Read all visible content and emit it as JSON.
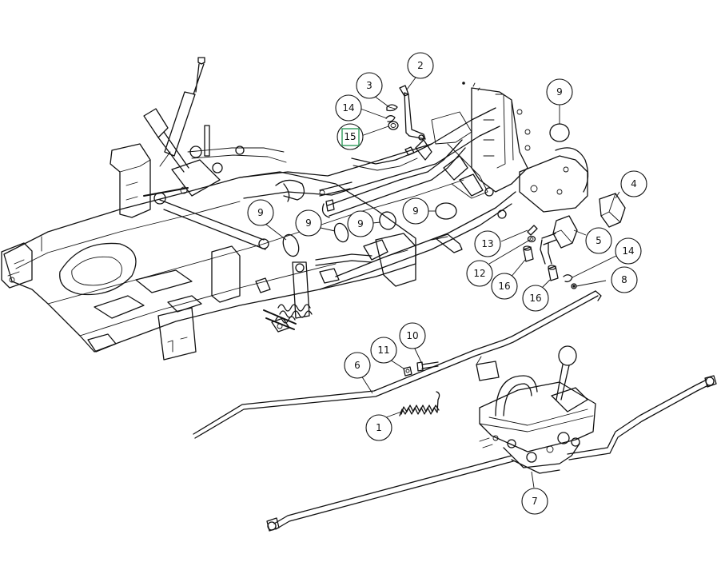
{
  "callouts": [
    {
      "id": "c1",
      "label": "1"
    },
    {
      "id": "c2",
      "label": "2"
    },
    {
      "id": "c3",
      "label": "3"
    },
    {
      "id": "c4",
      "label": "4"
    },
    {
      "id": "c5",
      "label": "5"
    },
    {
      "id": "c6",
      "label": "6"
    },
    {
      "id": "c7",
      "label": "7"
    },
    {
      "id": "c8",
      "label": "8"
    },
    {
      "id": "c9a",
      "label": "9"
    },
    {
      "id": "c9b",
      "label": "9"
    },
    {
      "id": "c9c",
      "label": "9"
    },
    {
      "id": "c9d",
      "label": "9"
    },
    {
      "id": "c9e",
      "label": "9"
    },
    {
      "id": "c10",
      "label": "10"
    },
    {
      "id": "c11",
      "label": "11"
    },
    {
      "id": "c12",
      "label": "12"
    },
    {
      "id": "c13",
      "label": "13"
    },
    {
      "id": "c14a",
      "label": "14"
    },
    {
      "id": "c14b",
      "label": "14"
    },
    {
      "id": "c15",
      "label": "15",
      "highlighted": true
    },
    {
      "id": "c16a",
      "label": "16"
    },
    {
      "id": "c16b",
      "label": "16"
    }
  ],
  "colors": {
    "line": "#111111",
    "highlight": "#2e9b5a",
    "background": "#ffffff"
  }
}
